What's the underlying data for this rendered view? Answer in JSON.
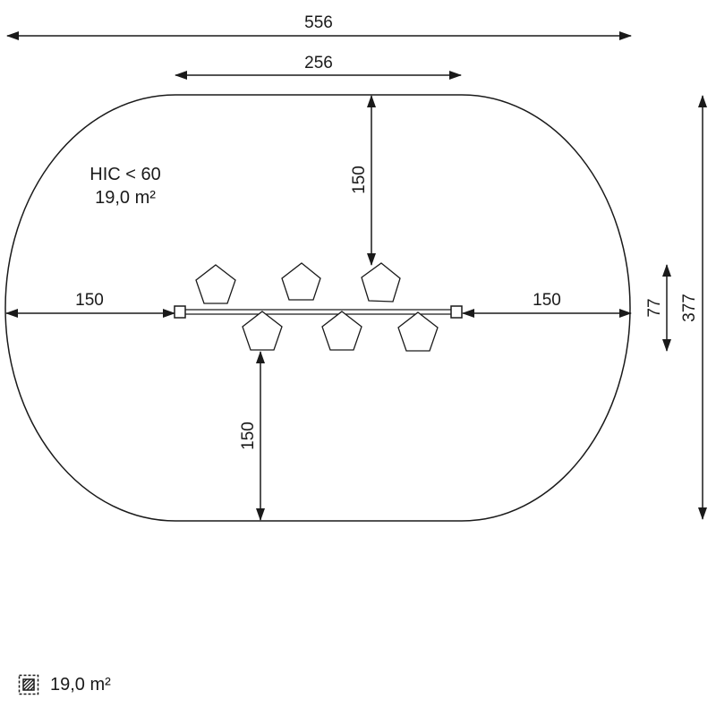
{
  "dimensions": {
    "total_width": "556",
    "inner_width": "256",
    "left_clearance": "150",
    "right_clearance": "150",
    "top_clearance": "150",
    "bottom_clearance": "150",
    "equipment_depth": "77",
    "total_depth": "377"
  },
  "area_label": {
    "hic": "HIC < 60",
    "area": "19,0 m²"
  },
  "footer": {
    "icon": "safety-area-icon",
    "area": "19,0 m²"
  }
}
